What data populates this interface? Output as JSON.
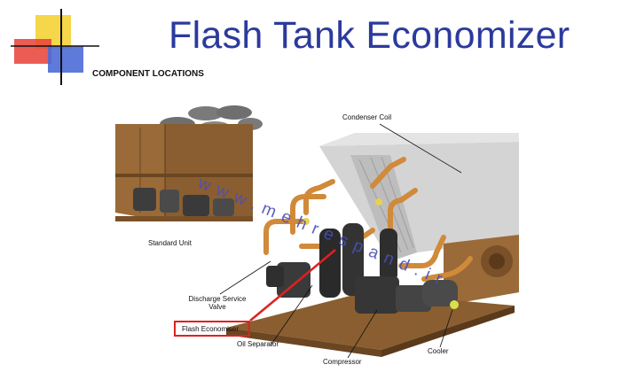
{
  "slide": {
    "title": "Flash Tank Economizer",
    "section_heading": "COMPONENT LOCATIONS",
    "watermark": "www.mehrespand.ir"
  },
  "diagram": {
    "labels": {
      "standard_unit": "Standard Unit",
      "condenser_coil": "Condenser Coil",
      "discharge_service_valve_line1": "Discharge Service",
      "discharge_service_valve_line2": "Valve",
      "flash_economizer": "Flash Economiser",
      "oil_separator": "Oil Separator",
      "compressor": "Compressor",
      "cooler": "Cooler"
    },
    "highlight_color": "#e02020"
  },
  "colors": {
    "title": "#2b3a9c",
    "watermark": "#4a4fb8",
    "frame_bronze": "#9a6a38",
    "pipe_copper": "#d08a3a",
    "coil_gray": "#d4d4d4",
    "deco_yellow": "#f6d64a",
    "deco_red": "#e8463c",
    "deco_blue": "#4c6bd6"
  }
}
